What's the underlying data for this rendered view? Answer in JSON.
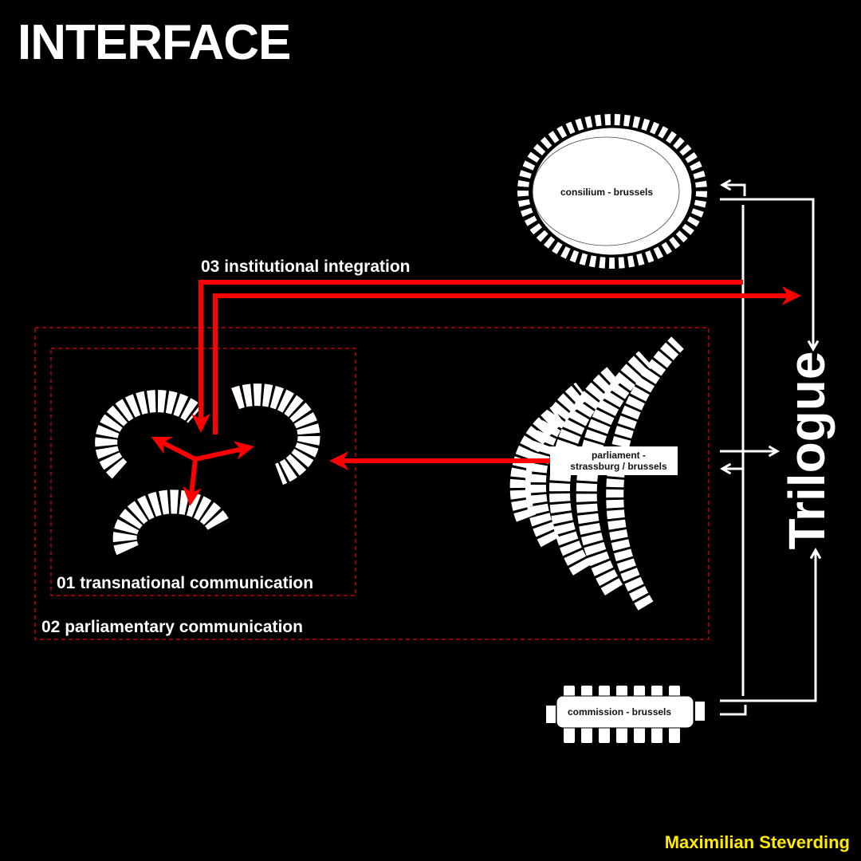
{
  "title": "INTERFACE",
  "labels": {
    "institutional": "03 institutional integration",
    "transnational": "01 transnational communication",
    "parliamentary": "02 parliamentary communication",
    "trilogue": "Trilogue"
  },
  "institutions": {
    "consilium": "consilium - brussels",
    "parliament_line1": "parliament -",
    "parliament_line2": "strassburg / brussels",
    "commission": "commission - brussels"
  },
  "author": "Maximilian Steverding",
  "colors": {
    "background": "#000000",
    "accent": "#ff0000",
    "author": "#ffea00",
    "lines": "#ffffff"
  }
}
